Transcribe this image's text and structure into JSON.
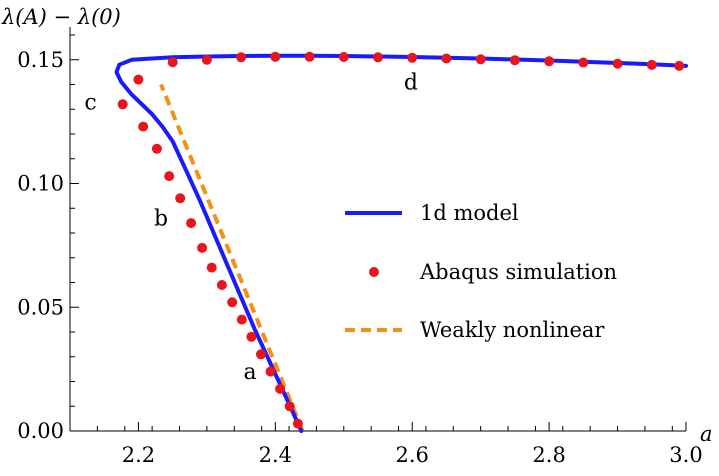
{
  "chart_data": {
    "type": "line",
    "ylabel": "λ(A) − λ(0)",
    "xlabel": "a",
    "xlim": [
      2.1,
      3.0
    ],
    "ylim": [
      0.0,
      0.16
    ],
    "x_ticks": [
      2.2,
      2.4,
      2.6,
      2.8,
      3.0
    ],
    "x_tick_labels": [
      "2.2",
      "2.4",
      "2.6",
      "2.8",
      "3.0"
    ],
    "y_ticks": [
      0.0,
      0.05,
      0.1,
      0.15
    ],
    "y_tick_labels": [
      "0.00",
      "0.05",
      "0.10",
      "0.15"
    ],
    "grid": false,
    "legend_position": "center-right",
    "series": [
      {
        "name": "1d model",
        "style": "line",
        "color": "#1a1aff",
        "x": [
          2.438,
          2.425,
          2.41,
          2.39,
          2.37,
          2.35,
          2.33,
          2.31,
          2.29,
          2.27,
          2.25,
          2.235,
          2.22,
          2.205,
          2.19,
          2.175,
          2.168,
          2.172,
          2.19,
          2.22,
          2.25,
          2.3,
          2.35,
          2.4,
          2.45,
          2.5,
          2.55,
          2.6,
          2.65,
          2.7,
          2.75,
          2.8,
          2.85,
          2.9,
          2.95,
          3.0
        ],
        "y": [
          0.0,
          0.008,
          0.017,
          0.029,
          0.041,
          0.054,
          0.067,
          0.08,
          0.093,
          0.105,
          0.117,
          0.123,
          0.128,
          0.132,
          0.136,
          0.141,
          0.145,
          0.148,
          0.15,
          0.1505,
          0.151,
          0.1513,
          0.1515,
          0.1516,
          0.1516,
          0.1515,
          0.1513,
          0.1511,
          0.1508,
          0.1505,
          0.1501,
          0.1497,
          0.1492,
          0.1487,
          0.1482,
          0.1475
        ]
      },
      {
        "name": "Abaqus simulation",
        "style": "scatter",
        "color": "#e8141e",
        "x": [
          2.433,
          2.421,
          2.407,
          2.393,
          2.379,
          2.365,
          2.351,
          2.337,
          2.322,
          2.307,
          2.293,
          2.277,
          2.261,
          2.245,
          2.227,
          2.207,
          2.177,
          2.2,
          2.25,
          2.3,
          2.35,
          2.4,
          2.45,
          2.5,
          2.55,
          2.6,
          2.65,
          2.7,
          2.75,
          2.8,
          2.85,
          2.9,
          2.95,
          2.99
        ],
        "y": [
          0.003,
          0.01,
          0.017,
          0.024,
          0.031,
          0.038,
          0.045,
          0.052,
          0.059,
          0.066,
          0.074,
          0.084,
          0.094,
          0.103,
          0.114,
          0.123,
          0.132,
          0.142,
          0.149,
          0.15,
          0.151,
          0.1512,
          0.1512,
          0.1511,
          0.151,
          0.1508,
          0.1505,
          0.1502,
          0.1498,
          0.1494,
          0.1489,
          0.1484,
          0.1479,
          0.1475
        ]
      },
      {
        "name": "Weakly nonlinear",
        "style": "dashed",
        "color": "#f39015",
        "x": [
          2.44,
          2.233
        ],
        "y": [
          0.0,
          0.14
        ]
      }
    ],
    "annotations": [
      {
        "text": "a",
        "x": 2.363,
        "y": 0.021
      },
      {
        "text": "b",
        "x": 2.233,
        "y": 0.083
      },
      {
        "text": "c",
        "x": 2.13,
        "y": 0.13
      },
      {
        "text": "d",
        "x": 2.598,
        "y": 0.138
      }
    ]
  }
}
